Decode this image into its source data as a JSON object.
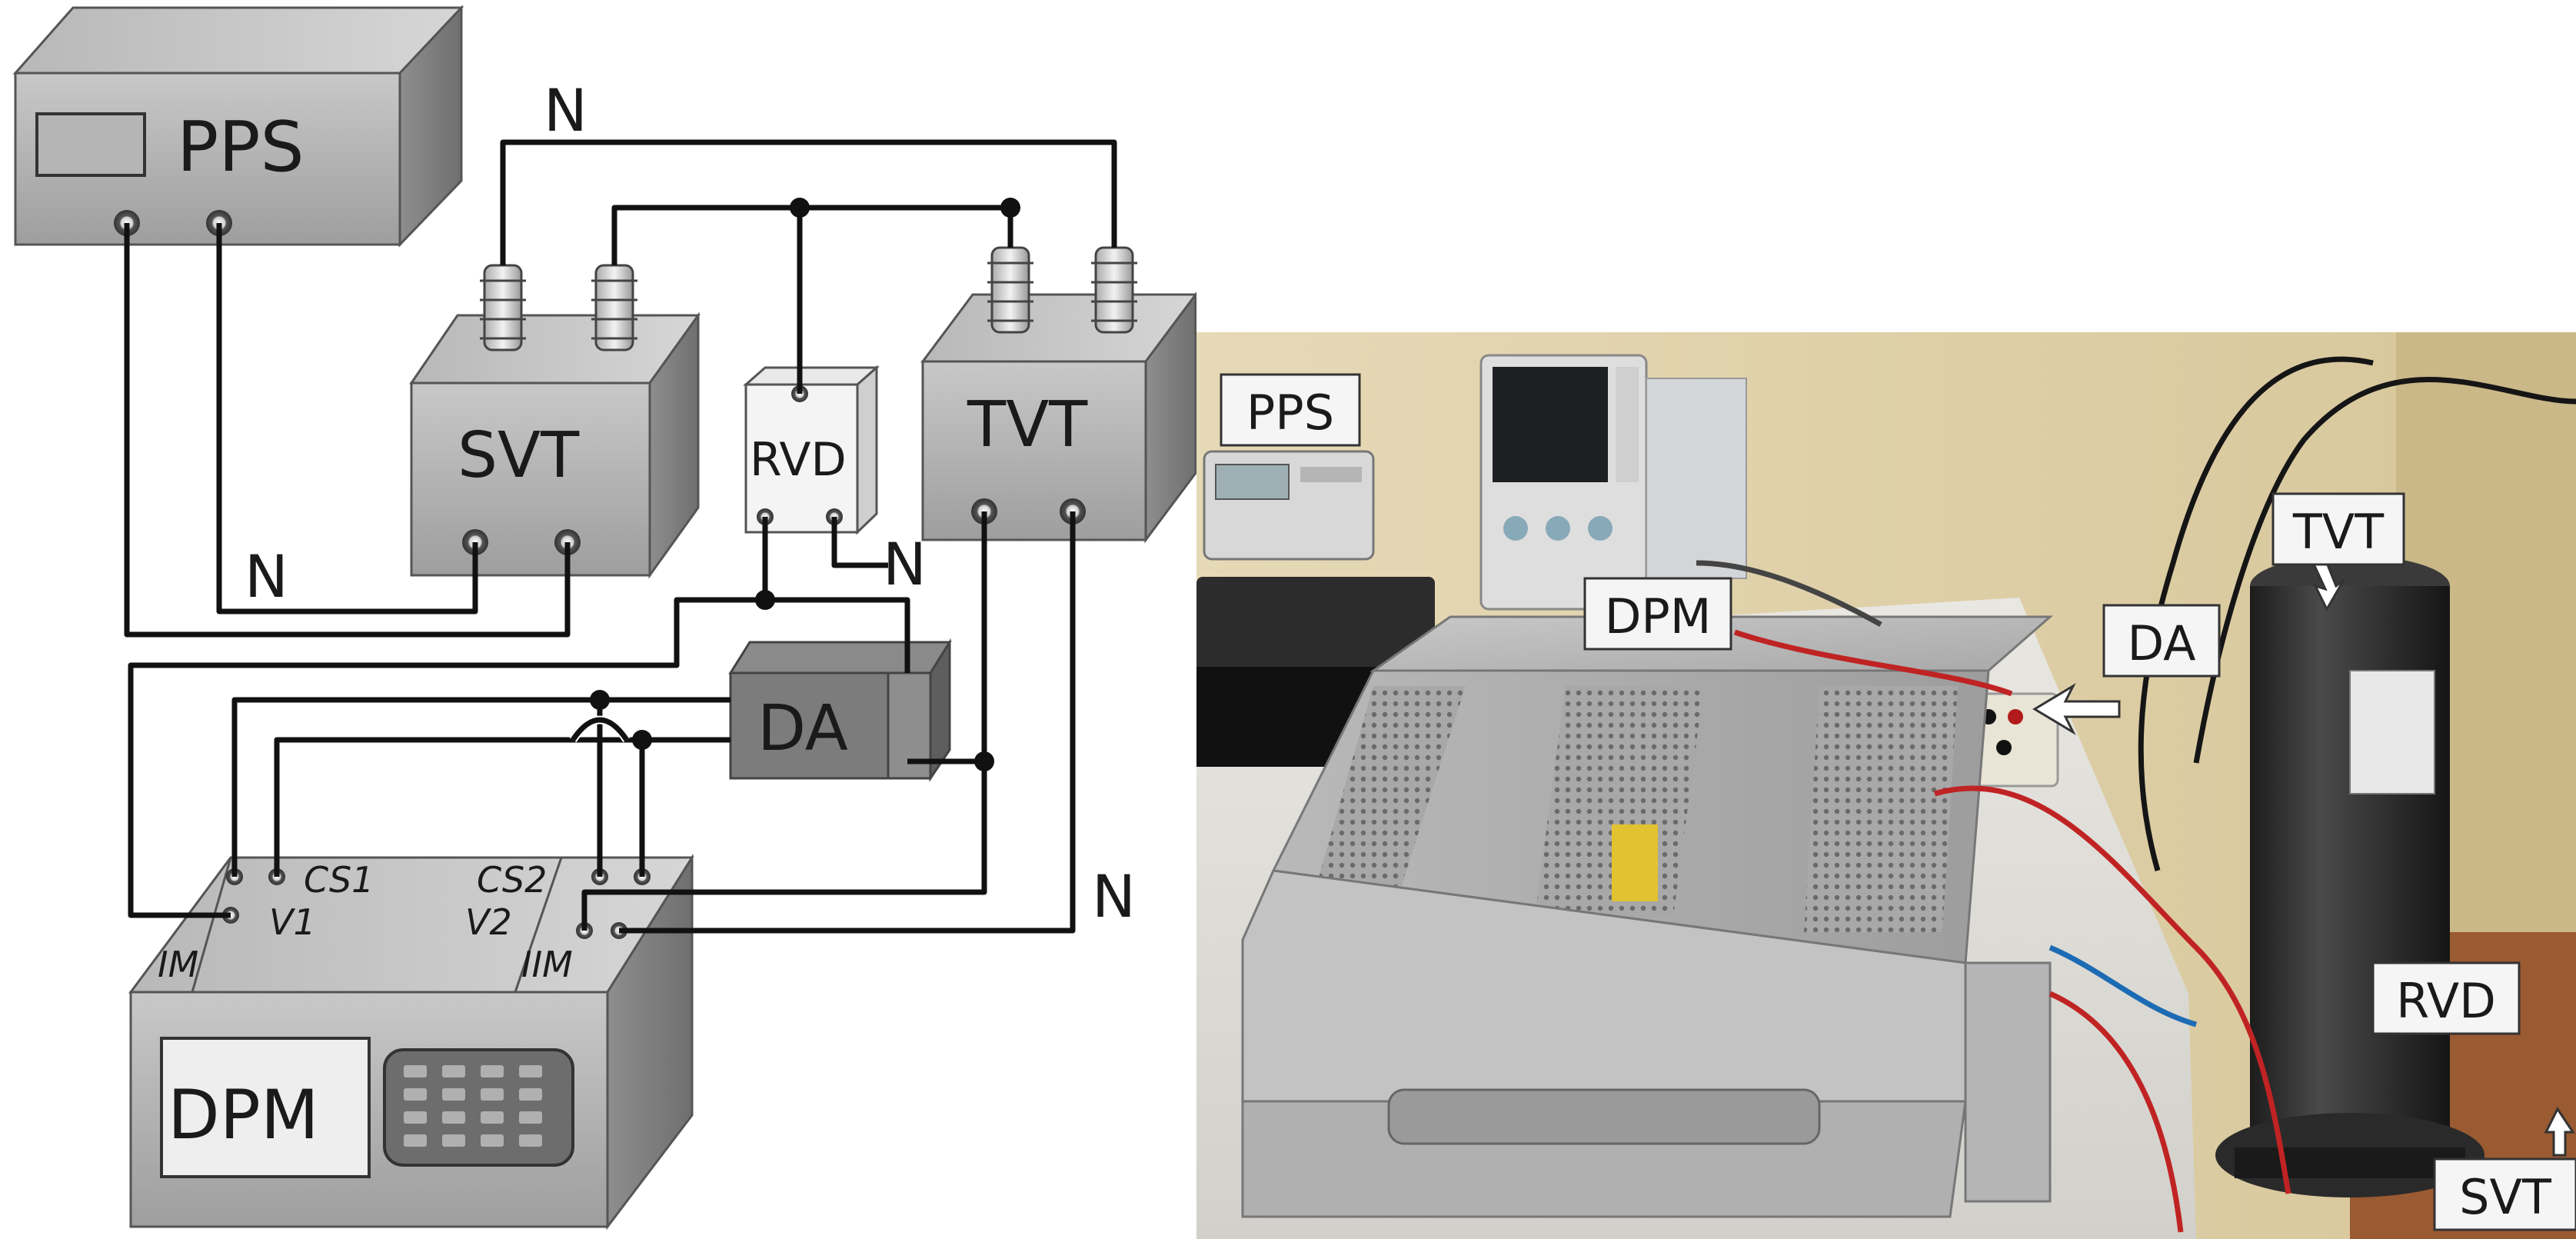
{
  "schematic": {
    "pps": "PPS",
    "svt": "SVT",
    "tvt": "TVT",
    "rvd": "RVD",
    "da": "DA",
    "dpm": "DPM",
    "neutral": "N",
    "ports": {
      "cs1": "CS1",
      "v1": "V1",
      "cs2": "CS2",
      "v2": "V2",
      "im": "IM",
      "iim": "IIM"
    }
  },
  "photo": {
    "pps": "PPS",
    "dpm": "DPM",
    "da": "DA",
    "tvt": "TVT",
    "rvd": "RVD",
    "svt": "SVT"
  }
}
